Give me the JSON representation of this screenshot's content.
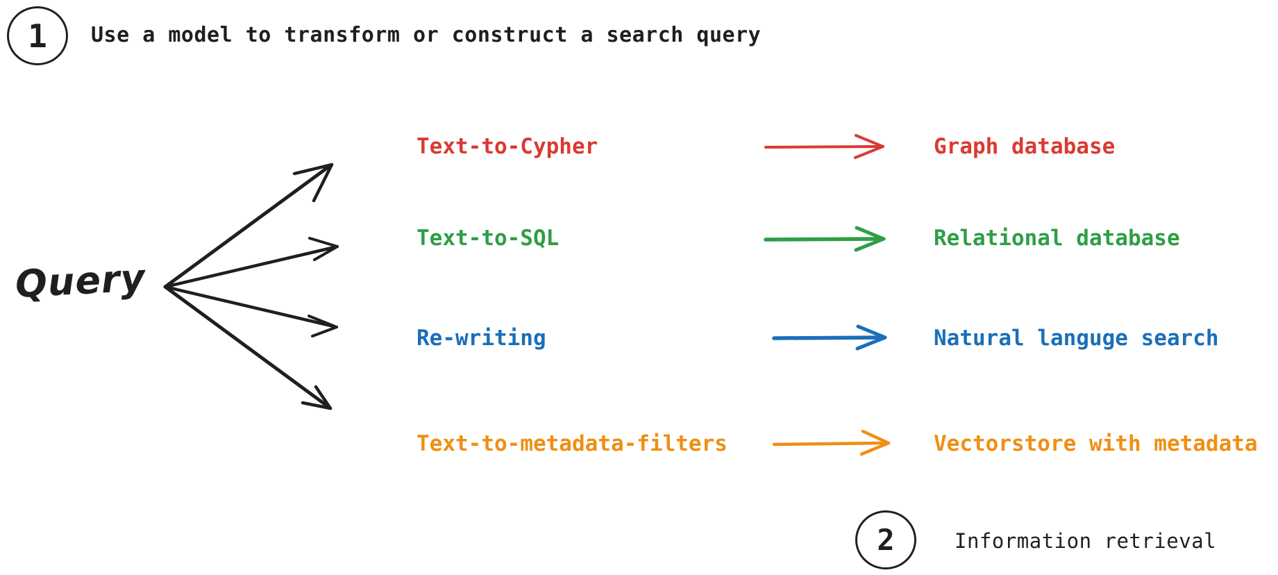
{
  "steps": [
    {
      "number": "1",
      "caption": "Use a model to transform or construct a search query"
    },
    {
      "number": "2",
      "caption": "Information retrieval"
    }
  ],
  "source": {
    "label": "Query"
  },
  "colors": {
    "text": "#1f1f1f",
    "red": "#d93a32",
    "green": "#2e9e47",
    "blue": "#1a6fb8",
    "orange": "#ef8f14",
    "background": "#ffffff"
  },
  "rows": [
    {
      "method": "Text-to-Cypher",
      "target": "Graph database",
      "color": "#d93a32"
    },
    {
      "method": "Text-to-SQL",
      "target": "Relational database",
      "color": "#2e9e47"
    },
    {
      "method": "Re-writing",
      "target": "Natural languge search",
      "color": "#1a6fb8"
    },
    {
      "method": "Text-to-metadata-filters",
      "target": "Vectorstore with metadata",
      "color": "#ef8f14"
    }
  ],
  "chart_data": {
    "type": "diagram",
    "title": "Query transformation and information retrieval",
    "nodes": [
      {
        "id": "query",
        "label": "Query",
        "kind": "source"
      },
      {
        "id": "text-to-cypher",
        "label": "Text-to-Cypher",
        "kind": "method",
        "color": "#d93a32"
      },
      {
        "id": "text-to-sql",
        "label": "Text-to-SQL",
        "kind": "method",
        "color": "#2e9e47"
      },
      {
        "id": "re-writing",
        "label": "Re-writing",
        "kind": "method",
        "color": "#1a6fb8"
      },
      {
        "id": "text-to-metadata-filters",
        "label": "Text-to-metadata-filters",
        "kind": "method",
        "color": "#ef8f14"
      },
      {
        "id": "graph-database",
        "label": "Graph database",
        "kind": "target",
        "color": "#d93a32"
      },
      {
        "id": "relational-database",
        "label": "Relational database",
        "kind": "target",
        "color": "#2e9e47"
      },
      {
        "id": "natural-languge-search",
        "label": "Natural languge search",
        "kind": "target",
        "color": "#1a6fb8"
      },
      {
        "id": "vectorstore-with-metadata",
        "label": "Vectorstore with metadata",
        "kind": "target",
        "color": "#ef8f14"
      }
    ],
    "edges": [
      {
        "from": "query",
        "to": "text-to-cypher",
        "color": "#1f1f1f"
      },
      {
        "from": "query",
        "to": "text-to-sql",
        "color": "#1f1f1f"
      },
      {
        "from": "query",
        "to": "re-writing",
        "color": "#1f1f1f"
      },
      {
        "from": "query",
        "to": "text-to-metadata-filters",
        "color": "#1f1f1f"
      },
      {
        "from": "text-to-cypher",
        "to": "graph-database",
        "color": "#d93a32"
      },
      {
        "from": "text-to-sql",
        "to": "relational-database",
        "color": "#2e9e47"
      },
      {
        "from": "re-writing",
        "to": "natural-languge-search",
        "color": "#1a6fb8"
      },
      {
        "from": "text-to-metadata-filters",
        "to": "vectorstore-with-metadata",
        "color": "#ef8f14"
      }
    ]
  }
}
